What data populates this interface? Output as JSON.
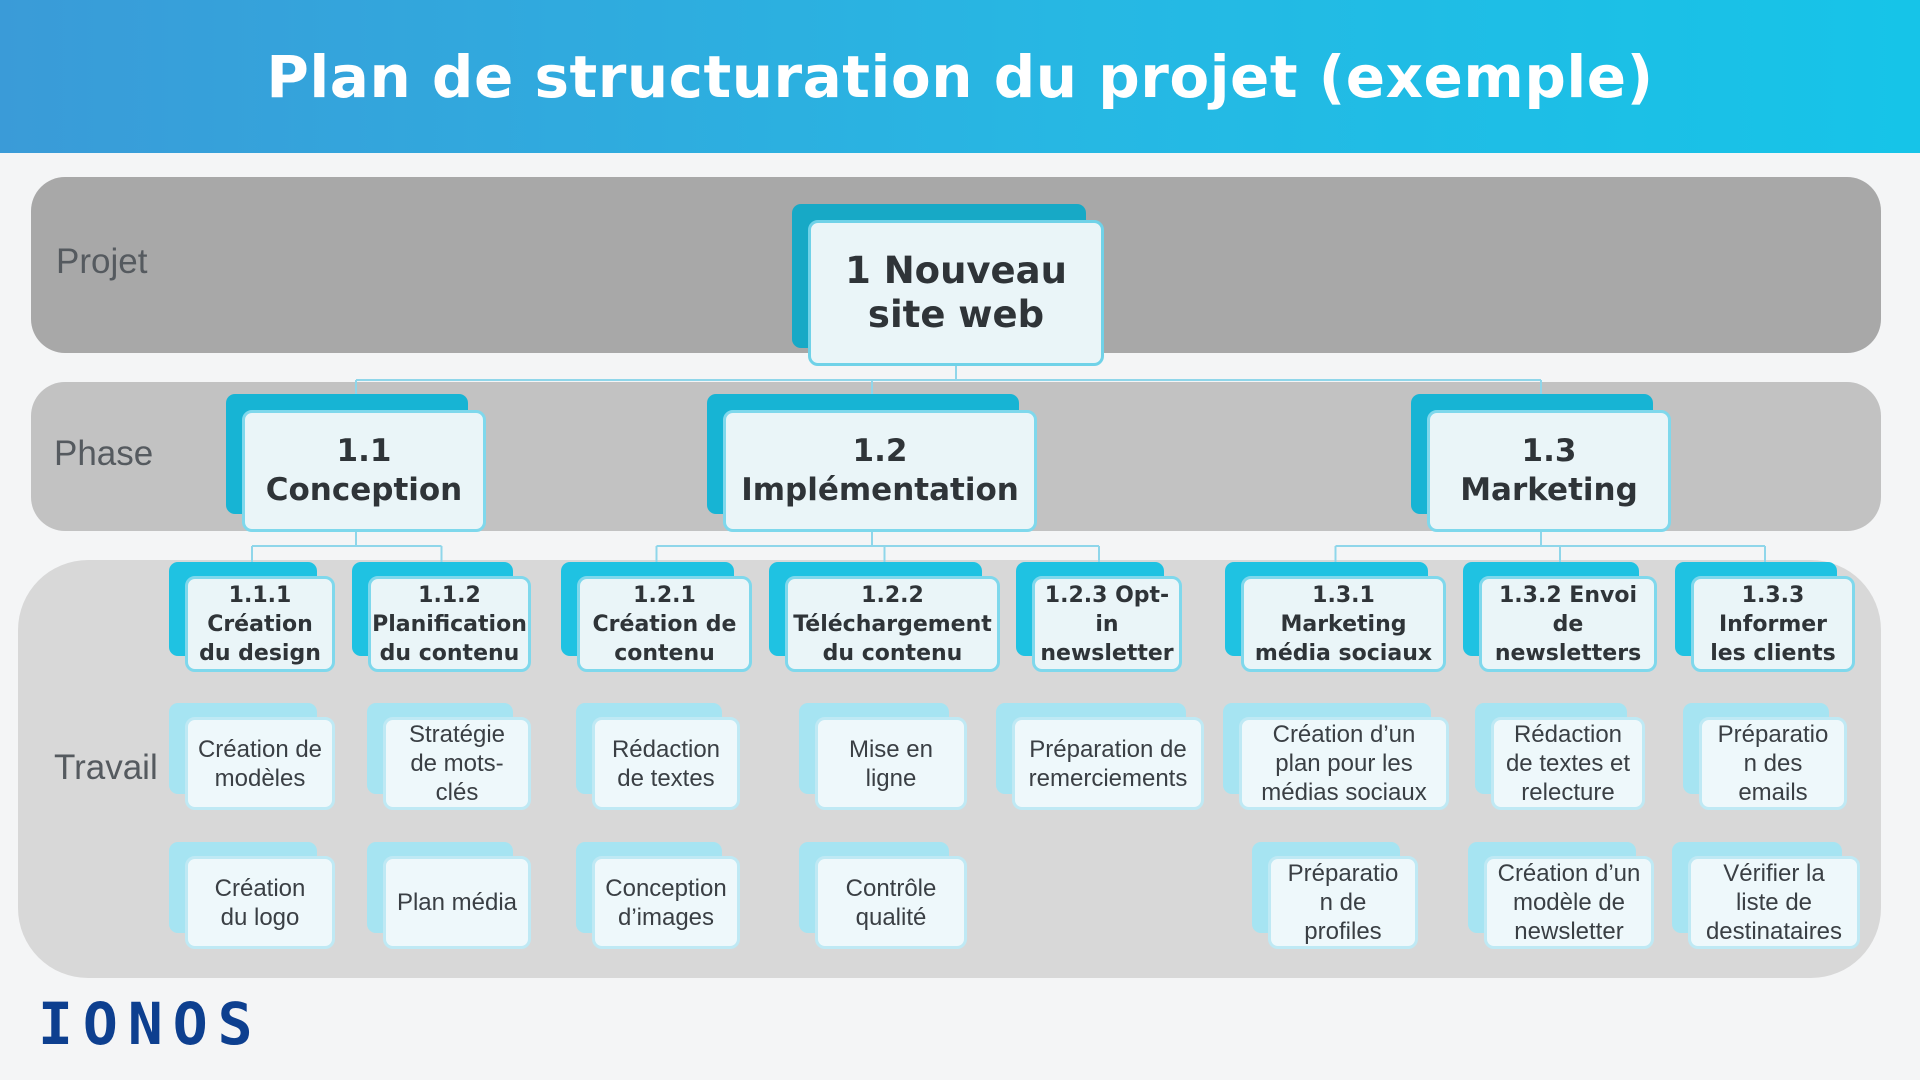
{
  "title": "Plan de structuration du projet (exemple)",
  "levels": {
    "project": "Projet",
    "phase": "Phase",
    "work": "Travail"
  },
  "project": {
    "id": "p1",
    "text": "1 Nouveau\nsite web"
  },
  "phases": [
    {
      "id": "ph1",
      "text": "1.1\nConception",
      "parent": "p1"
    },
    {
      "id": "ph2",
      "text": "1.2\nImplémentation",
      "parent": "p1"
    },
    {
      "id": "ph3",
      "text": "1.3\nMarketing",
      "parent": "p1"
    }
  ],
  "work_packages": [
    {
      "id": "w111",
      "text": "1.1.1\nCréation\ndu design",
      "parent": "ph1"
    },
    {
      "id": "w112",
      "text": "1.1.2\nPlanification\ndu contenu",
      "parent": "ph1"
    },
    {
      "id": "w121",
      "text": "1.2.1\nCréation de\ncontenu",
      "parent": "ph2"
    },
    {
      "id": "w122",
      "text": "1.2.2\nTéléchargement\ndu contenu",
      "parent": "ph2"
    },
    {
      "id": "w123",
      "text": "1.2.3 Opt-\nin\nnewsletter",
      "parent": "ph2"
    },
    {
      "id": "w131",
      "text": "1.3.1\nMarketing\nmédia sociaux",
      "parent": "ph3"
    },
    {
      "id": "w132",
      "text": "1.3.2 Envoi\nde\nnewsletters",
      "parent": "ph3"
    },
    {
      "id": "w133",
      "text": "1.3.3\nInformer\nles clients",
      "parent": "ph3"
    }
  ],
  "tasks": [
    {
      "text": "Création de\nmodèles",
      "parent": "w111"
    },
    {
      "text": "Création\ndu logo",
      "parent": "w111"
    },
    {
      "text": "Stratégie\nde mots-\nclés",
      "parent": "w112"
    },
    {
      "text": "Plan média",
      "parent": "w112"
    },
    {
      "text": "Rédaction\nde textes",
      "parent": "w121"
    },
    {
      "text": "Conception\nd’images",
      "parent": "w121"
    },
    {
      "text": "Mise en\nligne",
      "parent": "w122"
    },
    {
      "text": "Contrôle\nqualité",
      "parent": "w122"
    },
    {
      "text": "Préparation de\nremerciements",
      "parent": "w123"
    },
    {
      "text": "Création d’un\nplan pour les\nmédias sociaux",
      "parent": "w131"
    },
    {
      "text": "Préparatio\nn de\nprofiles",
      "parent": "w131"
    },
    {
      "text": "Rédaction\nde textes et\nrelecture",
      "parent": "w132"
    },
    {
      "text": "Création d’un\nmodèle de\nnewsletter",
      "parent": "w132"
    },
    {
      "text": "Préparatio\nn des\nemails",
      "parent": "w133"
    },
    {
      "text": "Vérifier la\nliste de\ndestinataires",
      "parent": "w133"
    }
  ],
  "logo_text": "IONOS",
  "colors": {
    "header_start": "#3a9bd8",
    "header_end": "#16c4e8",
    "connector": "#8fd6ea",
    "logo": "#0d3f8f"
  }
}
